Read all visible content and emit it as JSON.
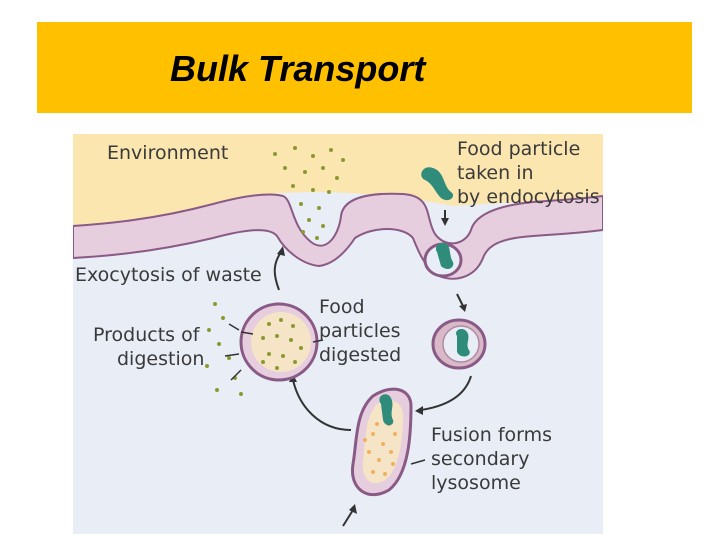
{
  "slide": {
    "title": "Bulk Transport"
  },
  "diagram": {
    "labels": {
      "environment": "Environment",
      "food_particle_line1": "Food particle",
      "food_particle_line2": "taken in",
      "food_particle_line3": "by endocytosis",
      "exocytosis": "Exocytosis of waste",
      "food_line1": "Food",
      "food_line2": "particles",
      "food_line3": "digested",
      "products_line1": "Products of",
      "products_line2": "digestion",
      "fusion_line1": "Fusion forms",
      "fusion_line2": "secondary",
      "fusion_line3": "lysosome"
    },
    "colors": {
      "environment": "#fbe6b0",
      "membrane": "#e7cede",
      "membrane_edge": "#8a5a86",
      "cytoplasm": "#e8edf6",
      "particle": "#2f8c7a",
      "dots_env": "#8a9a30",
      "dots_lysosome": "#f0b060",
      "title_bar": "#ffc000"
    }
  }
}
